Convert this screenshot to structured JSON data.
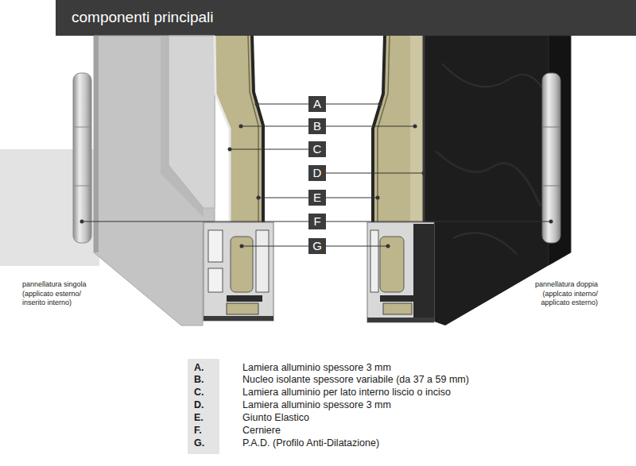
{
  "diagram": {
    "title": "componenti principali",
    "nodes": [
      {
        "text": [
          "A"
        ]
      },
      {
        "text": [
          "B"
        ]
      },
      {
        "text": [
          "C"
        ]
      },
      {
        "text": [
          "D"
        ]
      },
      {
        "text": [
          "E"
        ]
      },
      {
        "text": [
          "F"
        ]
      },
      {
        "text": [
          "G"
        ]
      },
      {
        "text": [
          "A.",
          "B.",
          "C.",
          "D.",
          "E.",
          "F.",
          "G."
        ]
      }
    ],
    "labels": [
      "pannellatura singola (applicato esterno/ inserito interno)",
      "pannellatura doppia (applcato interno/ applicato esterno)",
      "Lamiera alluminio spessore 3 mm",
      "Nucleo isolante spessore variabile (da 37 a 59 mm)",
      "Lamiera alluminio per lato interno liscio o inciso",
      "Lamiera alluminio spessore 3 mm",
      "Giunto Elastico",
      "Cerniere",
      "P.A.D. (Profilo Anti-Dilatazione)"
    ]
  }
}
